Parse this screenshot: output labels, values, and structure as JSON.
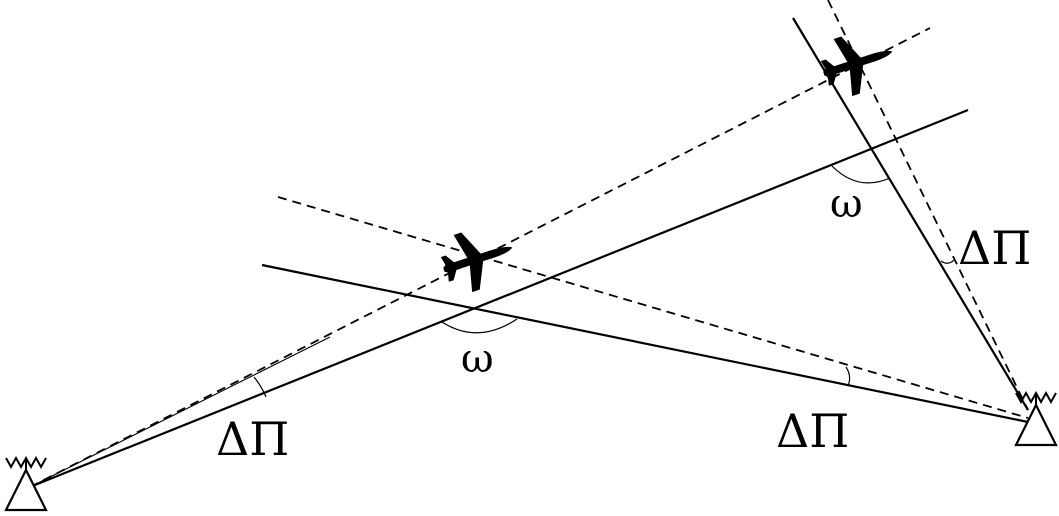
{
  "labels": {
    "delta_pi_left": "ΔΠ",
    "delta_pi_bottom_right": "ΔΠ",
    "delta_pi_right": "ΔΠ",
    "omega_center": "ω",
    "omega_top": "ω"
  },
  "icons": {
    "station_left": "radar-station-icon",
    "station_right": "radar-station-icon",
    "aircraft_center": "airplane-icon",
    "aircraft_top": "airplane-icon"
  },
  "colors": {
    "ink": "#000000",
    "background": "#ffffff"
  }
}
